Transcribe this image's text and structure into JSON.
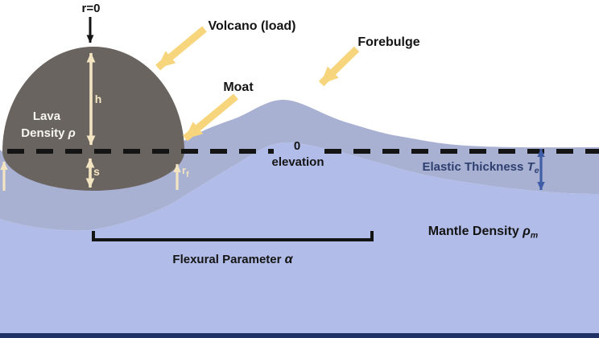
{
  "colors": {
    "background": "#ffffff",
    "volcano_gray": "#6a6460",
    "plate_blue_gray": "#a9b1d3",
    "mantle_periwinkle": "#b1bde8",
    "arrow_yellow": "#f6d57c",
    "arrow_cream": "#f3e5c2",
    "elastic_navy": "#2e3f6f",
    "te_arrow_blue": "#3f5ea7",
    "footer_navy": "#203166",
    "ink_black": "#141414",
    "lava_text_white": "#f7f5f1"
  },
  "labels": {
    "r_zero": "r=0",
    "volcano_load": "Volcano (load)",
    "forebulge": "Forebulge",
    "moat": "Moat",
    "height_h": "h",
    "subsidence_s": "s",
    "lava_line1": "Lava",
    "lava_line2_prefix": "Density ",
    "lava_density_symbol": "ρ",
    "flexure_radius_base": "r",
    "flexure_radius_sub": "f",
    "zero": "0",
    "elevation": "elevation",
    "elastic_thickness_prefix": "Elastic Thickness ",
    "elastic_thickness_symbol": "T",
    "elastic_thickness_sub": "e",
    "mantle_density_prefix": "Mantle Density ",
    "mantle_density_symbol": "ρ",
    "mantle_density_sub": "m",
    "flexural_parameter_prefix": "Flexural Parameter ",
    "flexural_parameter_symbol": "α"
  }
}
